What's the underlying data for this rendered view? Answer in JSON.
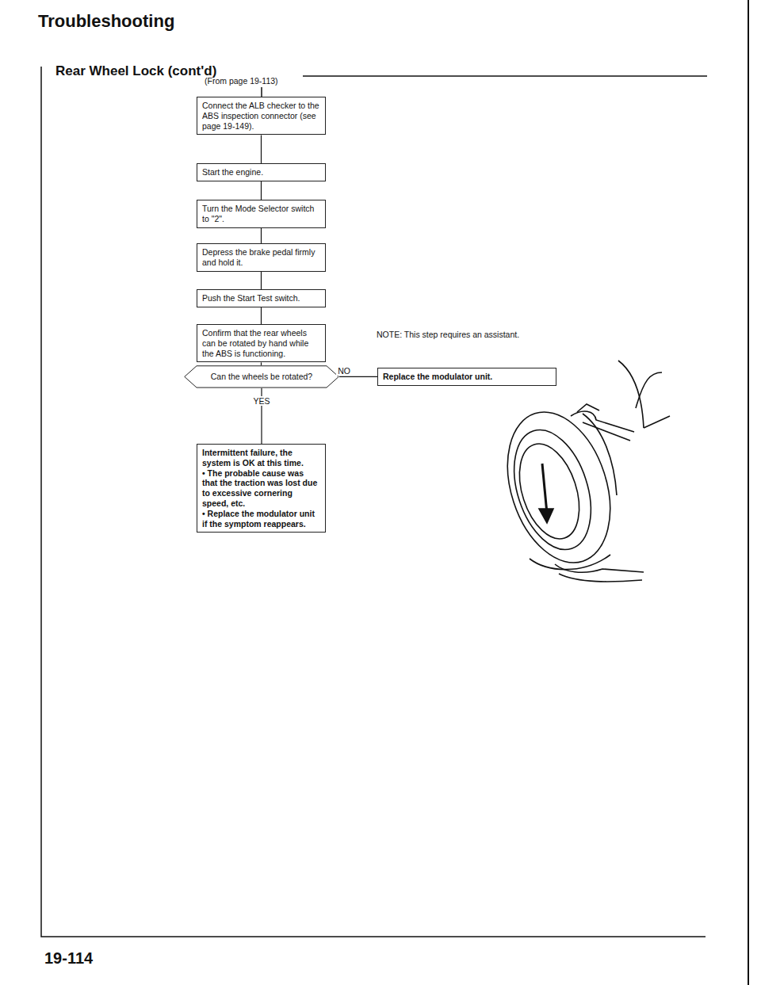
{
  "diagram": {
    "title": "Troubleshooting",
    "nodes": [
      {
        "text": [
          "Connect the ALB checker to the ABS inspection connector (see page 19-149)."
        ]
      },
      {
        "text": [
          "Start the engine."
        ]
      },
      {
        "text": [
          "Turn the Mode Selector switch to \"2\"."
        ]
      },
      {
        "text": [
          "Depress the brake pedal firmly and hold it."
        ]
      },
      {
        "text": [
          "Push the Start Test switch."
        ]
      },
      {
        "text": [
          "Confirm that the rear wheels can be rotated by hand while the ABS is functioning."
        ]
      },
      {
        "text": [
          "Can the wheels be rotated?"
        ]
      },
      {
        "text": [
          "Replace the modulator unit."
        ]
      },
      {
        "text": [
          "Intermittent failure, the system is OK at this time.",
          "• The probable cause was that the traction was lost due to excessive cornering speed, etc.",
          "• Replace the modulator unit if the symptom reappears."
        ]
      }
    ],
    "edges": [
      {
        "from": 0,
        "to": 1,
        "arrow": "none"
      },
      {
        "from": 1,
        "to": 2,
        "arrow": "none"
      },
      {
        "from": 2,
        "to": 3,
        "arrow": "none"
      },
      {
        "from": 3,
        "to": 4,
        "arrow": "none"
      },
      {
        "from": 4,
        "to": 5,
        "arrow": "none"
      },
      {
        "from": 5,
        "to": 6,
        "arrow": "none"
      },
      {
        "from": 6,
        "to": 7,
        "label": "NO",
        "arrow": "none"
      },
      {
        "from": 6,
        "to": 8,
        "label": "YES",
        "arrow": "none"
      }
    ],
    "labels": [
      "Rear Wheel Lock (cont'd)",
      "(From page 19-113)",
      "NOTE: This step requires an assistant.",
      "19-114"
    ]
  }
}
